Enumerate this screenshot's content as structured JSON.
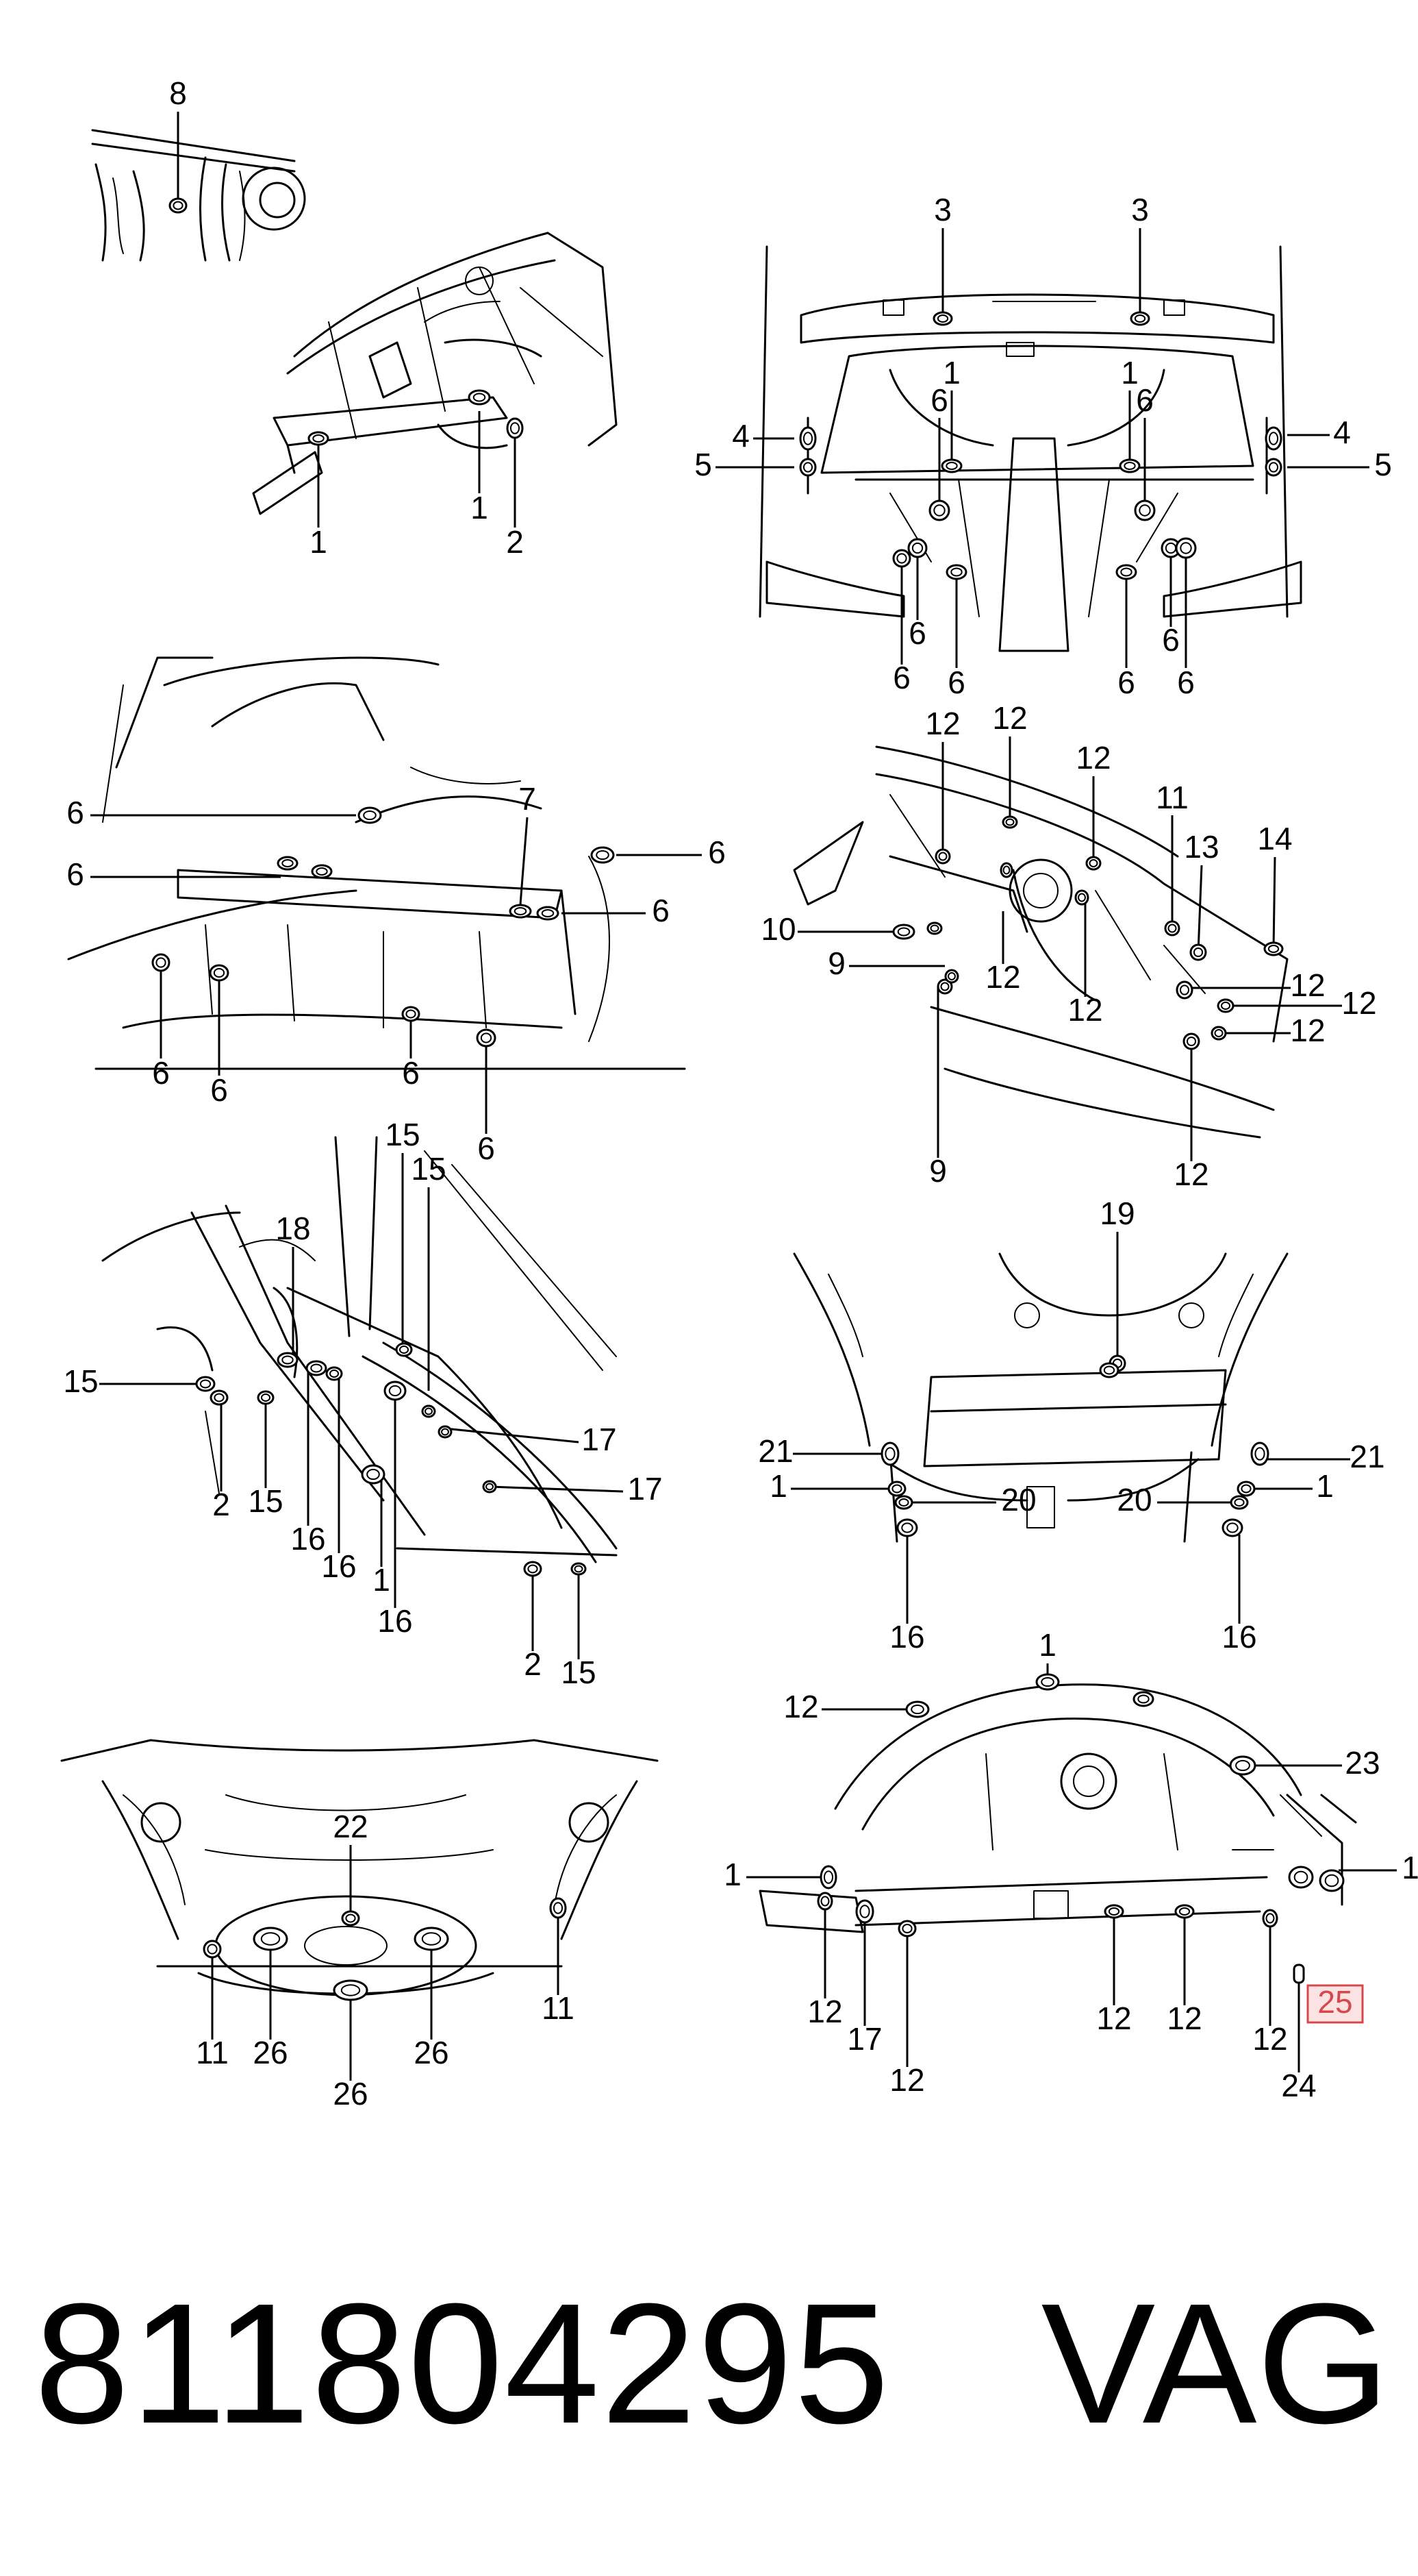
{
  "callouts": {
    "p1": [
      "8",
      "1",
      "1",
      "2"
    ],
    "p2": [
      "3",
      "3",
      "1",
      "6",
      "1",
      "6",
      "4",
      "4",
      "5",
      "5",
      "6",
      "6",
      "6",
      "6",
      "6",
      "6"
    ],
    "p3": [
      "6",
      "6",
      "6",
      "7",
      "6",
      "6",
      "6",
      "6",
      "6"
    ],
    "p4": [
      "12",
      "12",
      "12",
      "11",
      "13",
      "14",
      "10",
      "9",
      "12",
      "12",
      "12",
      "12",
      "12",
      "9",
      "12"
    ],
    "p5": [
      "15",
      "15",
      "18",
      "15",
      "2",
      "15",
      "16",
      "16",
      "1",
      "16",
      "17",
      "17",
      "2",
      "15"
    ],
    "p6": [
      "19",
      "21",
      "21",
      "1",
      "1",
      "20",
      "20",
      "16",
      "16"
    ],
    "p7": [
      "22",
      "11",
      "26",
      "26",
      "26",
      "11"
    ],
    "p8": [
      "1",
      "12",
      "23",
      "1",
      "1",
      "12",
      "17",
      "12",
      "12",
      "12",
      "12",
      "24"
    ],
    "highlighted": "25"
  },
  "footer": {
    "part_number": "811804295",
    "brand": "VAG"
  },
  "colors": {
    "line": "#000000",
    "background": "#ffffff",
    "highlight_stroke": "#d7484c",
    "highlight_fill": "#fbe3e3"
  }
}
